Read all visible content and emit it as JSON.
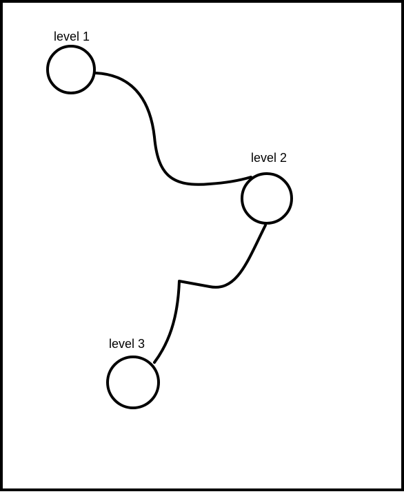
{
  "map": {
    "levels": [
      {
        "id": "level-1",
        "label": "level 1"
      },
      {
        "id": "level-2",
        "label": "level 2"
      },
      {
        "id": "level-3",
        "label": "level 3"
      }
    ],
    "colors": {
      "background": "#ffffff",
      "stroke": "#000000"
    }
  }
}
